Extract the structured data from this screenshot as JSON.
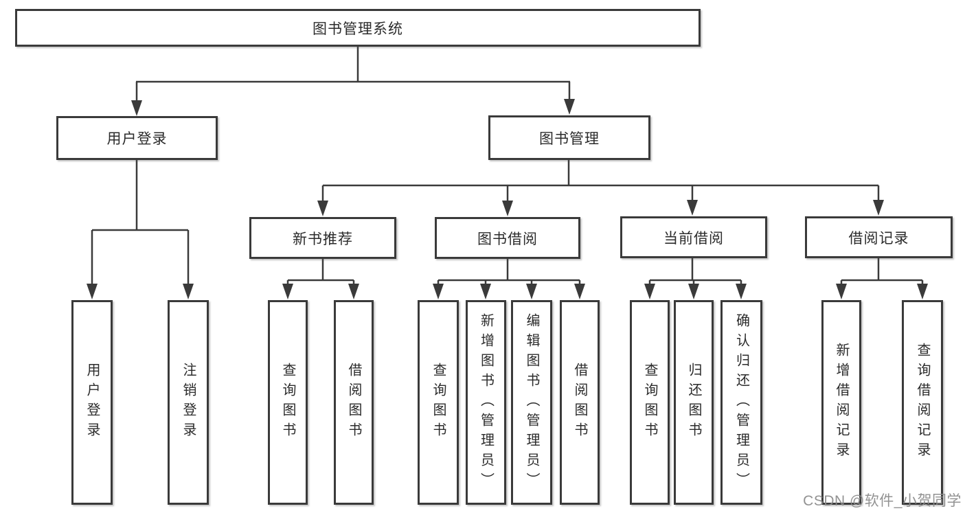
{
  "tree": {
    "root": "图书管理系统",
    "children": [
      {
        "label": "用户登录",
        "children": [
          "用户登录",
          "注销登录"
        ]
      },
      {
        "label": "图书管理",
        "children": [
          {
            "label": "新书推荐",
            "children": [
              "查询图书",
              "借阅图书"
            ]
          },
          {
            "label": "图书借阅",
            "children": [
              "查询图书",
              "新增图书（管理员）",
              "编辑图书（管理员）",
              "借阅图书"
            ]
          },
          {
            "label": "当前借阅",
            "children": [
              "查询图书",
              "归还图书",
              "确认归还（管理员）"
            ]
          },
          {
            "label": "借阅记录",
            "children": [
              "新增借阅记录",
              "查询借阅记录"
            ]
          }
        ]
      }
    ]
  },
  "watermark": {
    "text": "CSDN @软件_小贺同学"
  },
  "colors": {
    "line": "#3a3a3a",
    "box_border": "#3a3a3a",
    "box_fill": "#ffffff",
    "text": "#2b2b2b",
    "watermark": "#8c8c8c",
    "background": "#ffffff"
  }
}
